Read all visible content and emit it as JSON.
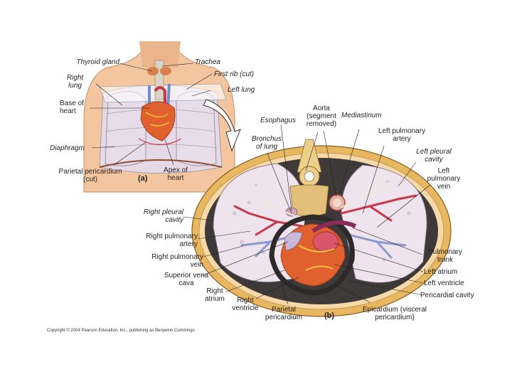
{
  "panel_a": {
    "label": "(a)",
    "labels": {
      "thyroid_gland": "Thyroid gland",
      "trachea": "Trachea",
      "right_lung": "Right\nlung",
      "first_rib": "First rib (cut)",
      "left_lung": "Left lung",
      "base_of_heart": "Base of\nheart",
      "diaphragm": "Diaphragm",
      "parietal_pericardium_cut": "Parietal pericardium\n(cut)",
      "apex_of_heart": "Apex of\nheart"
    }
  },
  "panel_b": {
    "label": "(b)",
    "labels": {
      "esophagus": "Esophagus",
      "aorta": "Aorta\n(segment\nremoved)",
      "mediastinum": "Mediastinum",
      "left_pulmonary_artery": "Left pulmonary\nartery",
      "bronchus_of_lung": "Bronchus\nof lung",
      "left_pleural_cavity": "Left pleural\ncavity",
      "left_pulmonary_vein": "Left\npulmonary\nvein",
      "right_pleural_cavity": "Right pleural\ncavity",
      "right_pulmonary_artery": "Right pulmonary\nartery",
      "right_pulmonary_vein": "Right pulmonary\nvein",
      "superior_vena_cava": "Superior vena\ncava",
      "pulmonary_trunk": "Pulmonary\ntrunk",
      "left_atrium": "Left atrium",
      "left_ventricle": "Left ventricle",
      "right_atrium": "Right\natrium",
      "right_ventricle": "Right\nventricle",
      "parietal_pericardium": "Parietal\npericardium",
      "pericardial_cavity": "Pericardial cavity",
      "epicardium": "Epicardium (visceral\npericardium)"
    }
  },
  "copyright": "Copyright © 2004 Pearson Education, Inc., publishing as Benjamin Cummings.",
  "colors": {
    "skin": "#f3c6a0",
    "heart": "#e0602e",
    "vessel_red": "#c8384a",
    "vein_blue": "#8a9ad0",
    "lung": "#efe3ee",
    "ring_gold": "#e8b860",
    "bone": "#eecf8a"
  }
}
